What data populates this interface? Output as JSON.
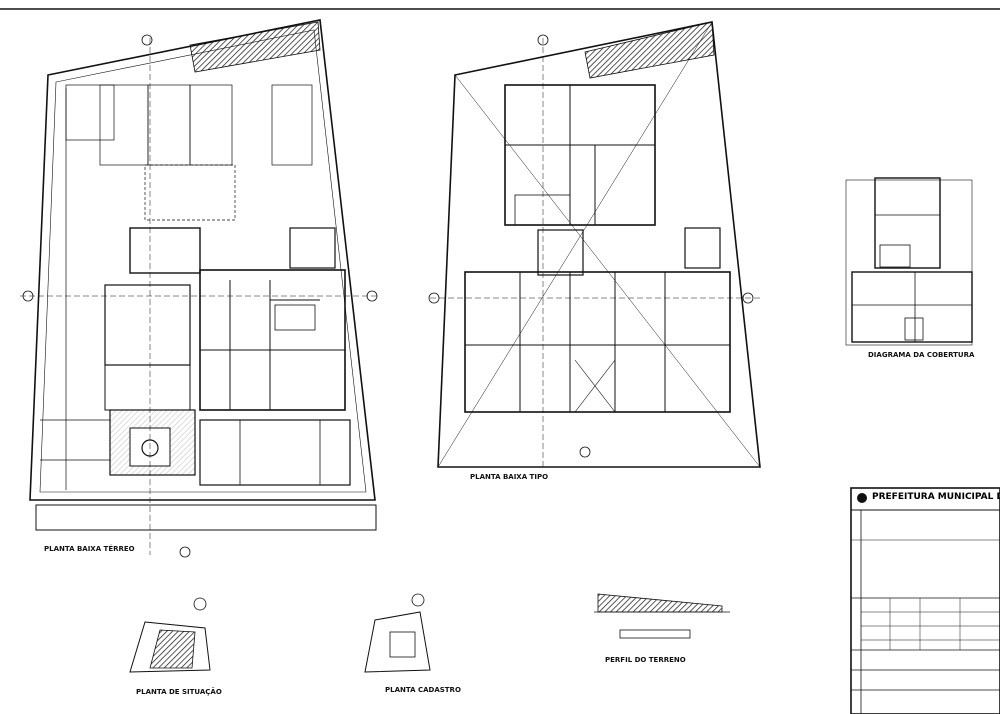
{
  "drawing": {
    "labels": {
      "ground_floor": "PLANTA BAIXA TÉRREO",
      "typical_floor": "PLANTA BAIXA TIPO",
      "roof_diagram": "DIAGRAMA DA COBERTURA",
      "location_plan": "PLANTA DE SITUAÇÃO",
      "cadastral_plan": "PLANTA CADASTRO",
      "section_profile": "PERFIL DO TERRENO"
    },
    "title_block": {
      "header": "PREFEITURA MUNICIPAL DE IBIRITÉ"
    }
  },
  "colors": {
    "ink": "#111111",
    "paper": "#ffffff"
  }
}
